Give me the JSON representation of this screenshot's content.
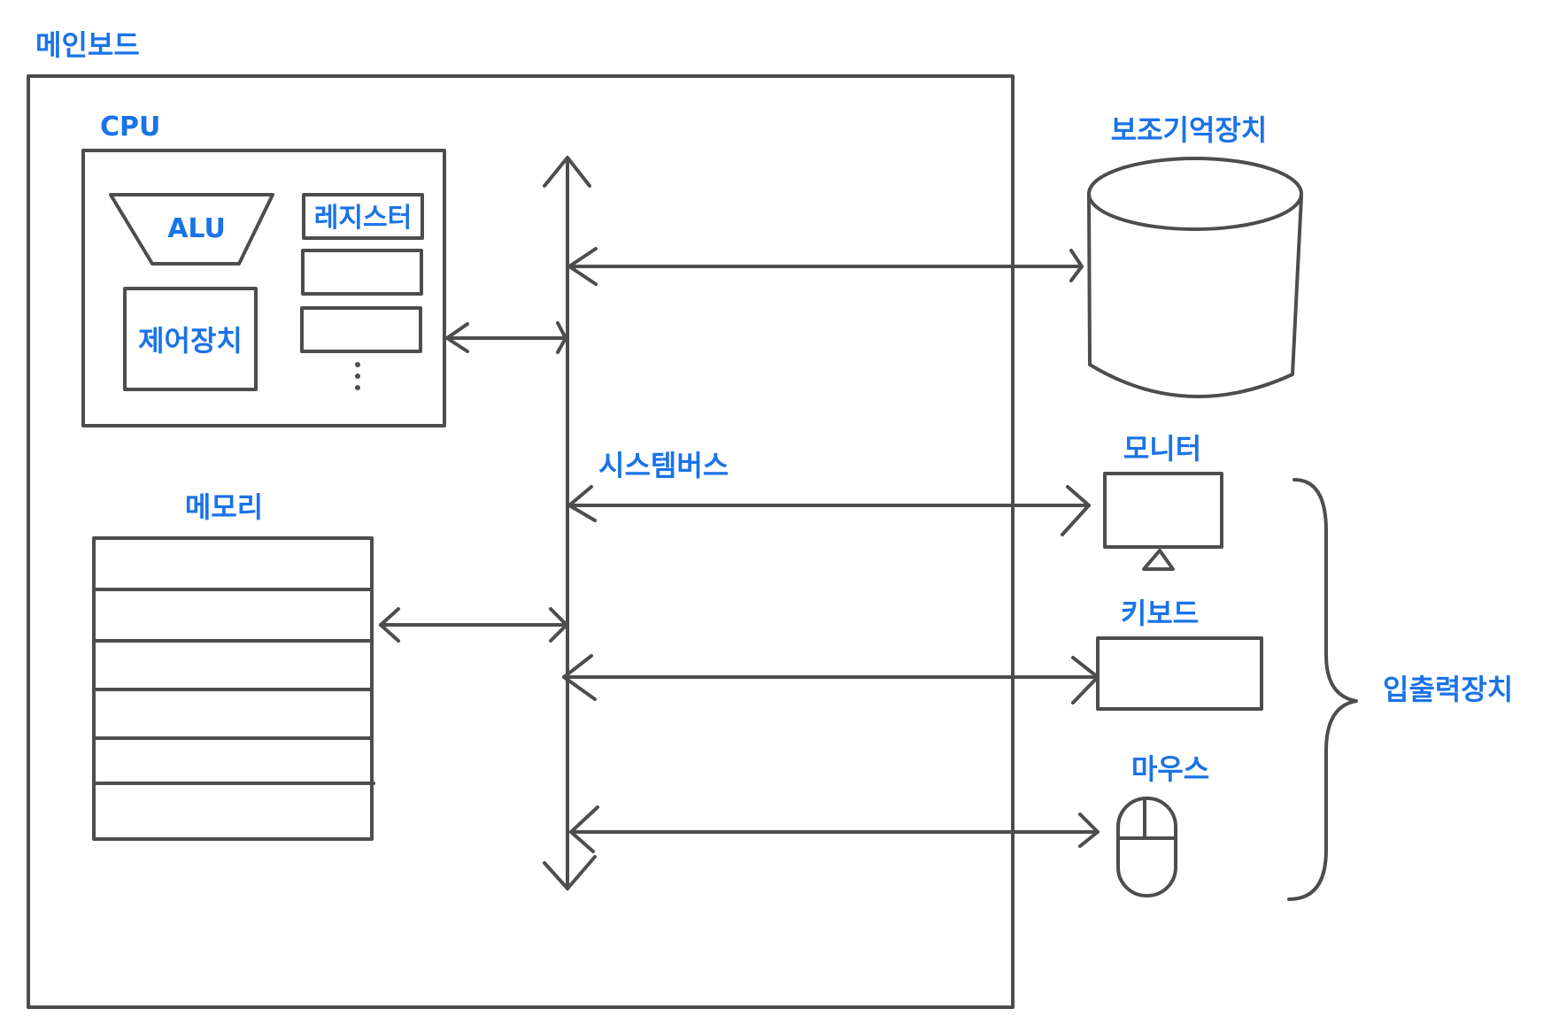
{
  "labels": {
    "mainboard": "메인보드",
    "cpu": "CPU",
    "alu": "ALU",
    "register": "레지스터",
    "control_unit": "제어장치",
    "memory": "메모리",
    "system_bus": "시스템버스",
    "secondary_storage": "보조기억장치",
    "monitor": "모니터",
    "keyboard": "키보드",
    "mouse": "마우스",
    "io_devices": "입출력장치"
  },
  "colors": {
    "label": "#1a73e8",
    "line": "#4d4d4d",
    "background": "#ffffff"
  }
}
